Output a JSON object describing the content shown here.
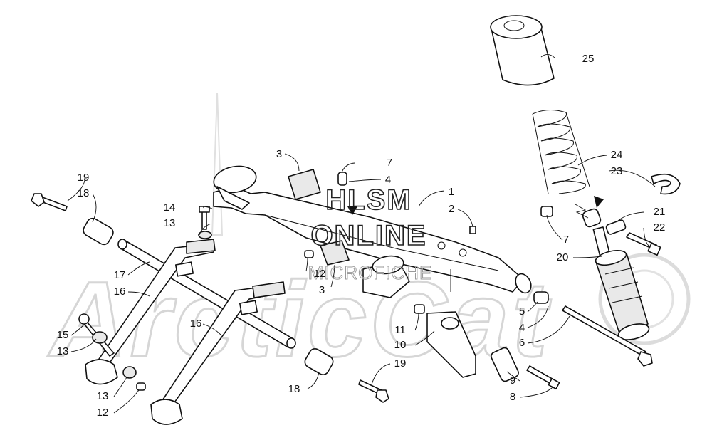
{
  "watermark": {
    "line1": "HLSM",
    "line2": "ONLINE",
    "line3": "MICROFICHE",
    "brand": "ArcticCat"
  },
  "callouts": [
    {
      "id": "c-1",
      "text": "1"
    },
    {
      "id": "c-2",
      "text": "2"
    },
    {
      "id": "c-3a",
      "text": "3"
    },
    {
      "id": "c-3b",
      "text": "3"
    },
    {
      "id": "c-4a",
      "text": "4"
    },
    {
      "id": "c-4b",
      "text": "4"
    },
    {
      "id": "c-5",
      "text": "5"
    },
    {
      "id": "c-6",
      "text": "6"
    },
    {
      "id": "c-7a",
      "text": "7"
    },
    {
      "id": "c-7b",
      "text": "7"
    },
    {
      "id": "c-8",
      "text": "8"
    },
    {
      "id": "c-9",
      "text": "9"
    },
    {
      "id": "c-10",
      "text": "10"
    },
    {
      "id": "c-11",
      "text": "11"
    },
    {
      "id": "c-12a",
      "text": "12"
    },
    {
      "id": "c-12b",
      "text": "12"
    },
    {
      "id": "c-13a",
      "text": "13"
    },
    {
      "id": "c-13b",
      "text": "13"
    },
    {
      "id": "c-13c",
      "text": "13"
    },
    {
      "id": "c-14",
      "text": "14"
    },
    {
      "id": "c-15",
      "text": "15"
    },
    {
      "id": "c-16a",
      "text": "16"
    },
    {
      "id": "c-16b",
      "text": "16"
    },
    {
      "id": "c-17",
      "text": "17"
    },
    {
      "id": "c-18a",
      "text": "18"
    },
    {
      "id": "c-18b",
      "text": "18"
    },
    {
      "id": "c-19a",
      "text": "19"
    },
    {
      "id": "c-19b",
      "text": "19"
    },
    {
      "id": "c-20",
      "text": "20"
    },
    {
      "id": "c-21",
      "text": "21"
    },
    {
      "id": "c-22",
      "text": "22"
    },
    {
      "id": "c-23",
      "text": "23"
    },
    {
      "id": "c-24",
      "text": "24"
    },
    {
      "id": "c-25",
      "text": "25"
    }
  ]
}
